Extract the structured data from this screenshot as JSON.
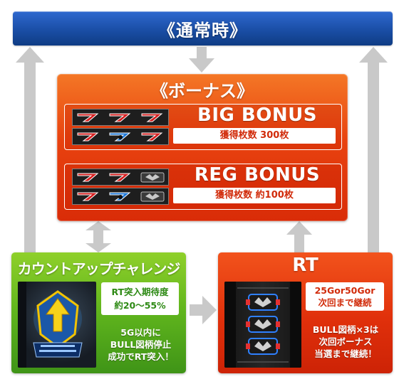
{
  "colors": {
    "normal_blue": "#1a4ea6",
    "bonus_orange": "#e8420f",
    "challenge_green": "#5fb41d",
    "rt_red": "#e0300b",
    "arrow_gray": "#c8c8c8"
  },
  "normal_state": {
    "title": "《通常時》"
  },
  "bonus": {
    "title": "《ボーナス》",
    "big": {
      "name": "BIG BONUS",
      "payout": "獲得枚数 300枚",
      "reel_icons": [
        "seven-red-icon",
        "seven-red-icon",
        "seven-red-icon",
        "seven-red-icon",
        "seven-blue-bull-icon",
        "seven-red-icon"
      ]
    },
    "reg": {
      "name": "REG BONUS",
      "payout": "獲得枚数 約100枚",
      "reel_icons": [
        "seven-red-icon",
        "seven-red-icon",
        "bull-emblem-icon",
        "seven-red-icon",
        "seven-blue-bull-icon",
        "bull-emblem-icon"
      ]
    }
  },
  "countup_challenge": {
    "title": "カウントアップチャレンジ",
    "rt_expectation_line1": "RT突入期待度",
    "rt_expectation_line2": "約20～55%",
    "condition_line1": "5G以内に",
    "condition_line2": "BULL図柄停止",
    "condition_line3": "成功でRT突入！",
    "image_icon": "countup-challenge-emblem-icon"
  },
  "rt": {
    "title": "RT",
    "games_line1": "25Gor50Gor",
    "games_line2": "次回まで継続",
    "note_line1": "BULL図柄×3は",
    "note_line2": "次回ボーナス",
    "note_line3": "当選まで継続！",
    "image_icon": "rt-reels-bull-icon"
  }
}
